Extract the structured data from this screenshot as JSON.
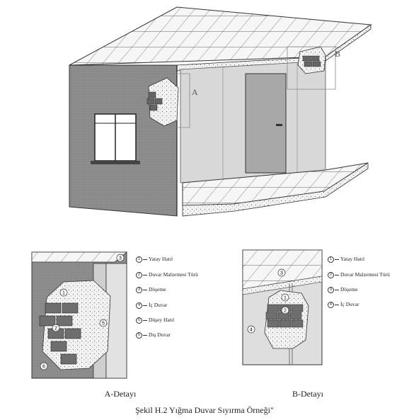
{
  "main_labels": {
    "a": "A",
    "b": "B"
  },
  "detail_a": {
    "title": "A-Detayı",
    "legend": [
      {
        "n": "1",
        "text": "Yatay Hatıl"
      },
      {
        "n": "2",
        "text": "Duvar Malzemesi Türü"
      },
      {
        "n": "3",
        "text": "Döşeme"
      },
      {
        "n": "4",
        "text": "İç Duvar"
      },
      {
        "n": "5",
        "text": "Düşey Hatıl"
      },
      {
        "n": "6",
        "text": "Dış Duvar"
      }
    ],
    "markers": [
      "1",
      "2",
      "3",
      "5",
      "6"
    ]
  },
  "detail_b": {
    "title": "B-Detayı",
    "legend": [
      {
        "n": "1",
        "text": "Yatay Hatıl"
      },
      {
        "n": "2",
        "text": "Duvar Malzemesi Türü"
      },
      {
        "n": "3",
        "text": "Döşeme"
      },
      {
        "n": "4",
        "text": "İç Duvar"
      }
    ],
    "markers": [
      "1",
      "2",
      "3",
      "4"
    ]
  },
  "caption": "Şekil H.2 Yığma Duvar Sıyırma Örneği\"",
  "colors": {
    "dark_wall": "#8c8c8c",
    "light_wall": "#d7d7d7",
    "door": "#a3a3a3",
    "brick": "#6e6e6e",
    "stone": "#efefef"
  }
}
